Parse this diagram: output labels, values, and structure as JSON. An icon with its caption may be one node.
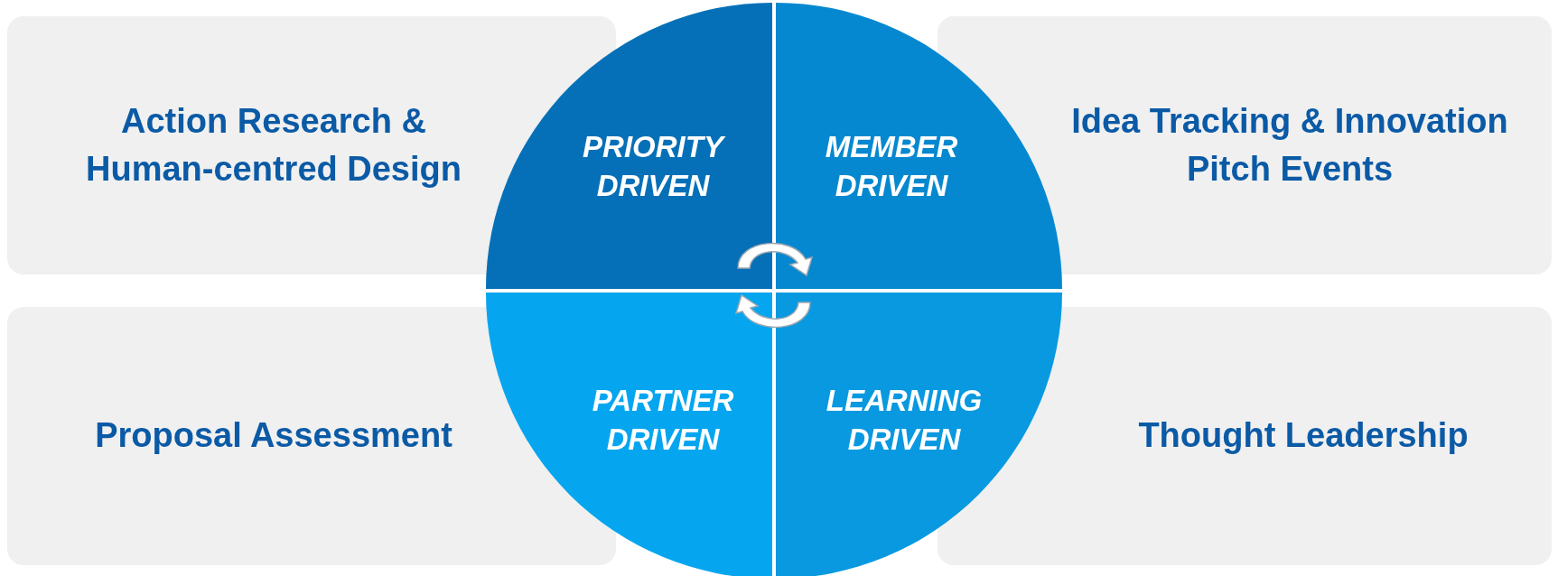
{
  "diagram": {
    "nodes": [
      {
        "text": [
          "Action Research & Human-centred Design"
        ]
      },
      {
        "text": [
          "PRIORITY DRIVEN"
        ]
      },
      {
        "text": [
          "MEMBER DRIVEN"
        ]
      },
      {
        "text": [
          "Idea Tracking & Innovation Pitch Events"
        ]
      },
      {
        "text": [
          "Proposal Assessment"
        ]
      },
      {
        "text": [
          "PARTNER DRIVEN"
        ]
      },
      {
        "text": [
          "LEARNING DRIVEN"
        ]
      },
      {
        "text": [
          "Thought Leadership"
        ]
      }
    ]
  }
}
